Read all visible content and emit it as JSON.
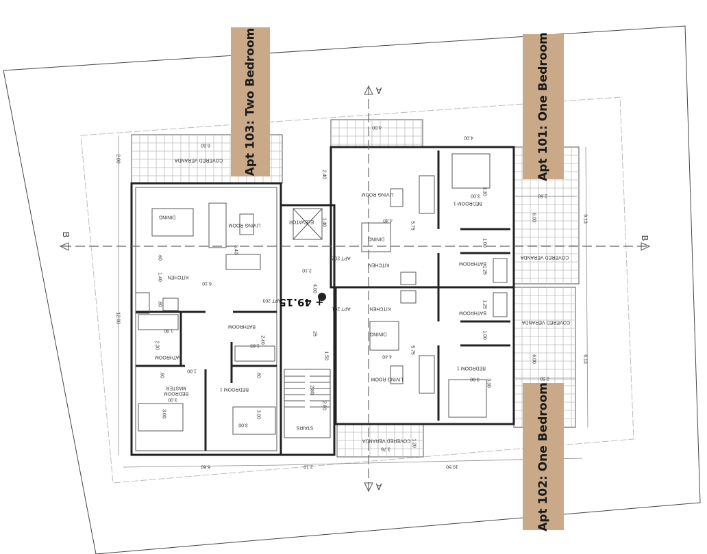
{
  "apartment_tags": [
    {
      "label": "Apt 103: Two Bedroom"
    },
    {
      "label": "Apt 101: One Bedroom"
    },
    {
      "label": "Apt 102: One Bedroom"
    }
  ],
  "colors": {
    "tag_background": "#c9a988",
    "walls": "#222222"
  },
  "section_markers": {
    "a_top": "A",
    "a_bottom": "A",
    "b_left": "B",
    "b_right": "B"
  },
  "level_mark": "+ 49.15",
  "plan_labels": [
    {
      "text": "COVERED VERANDA"
    },
    {
      "text": "6.60"
    },
    {
      "text": "DINING"
    },
    {
      "text": "LIVING ROOM"
    },
    {
      "text": "KITCHEN"
    },
    {
      "text": "6.10"
    },
    {
      "text": ".60"
    },
    {
      "text": "1.40"
    },
    {
      "text": ".60"
    },
    {
      "text": "5.40"
    },
    {
      "text": "APT 203"
    },
    {
      "text": "BATHROOM"
    },
    {
      "text": "BATHROOM"
    },
    {
      "text": "1.90"
    },
    {
      "text": "2.30"
    },
    {
      "text": "1.00"
    },
    {
      "text": ".60"
    },
    {
      "text": "MASTER"
    },
    {
      "text": "BEDROOM"
    },
    {
      "text": "3.00"
    },
    {
      "text": "3.00"
    },
    {
      "text": "BEDROOM 1"
    },
    {
      "text": "1.83"
    },
    {
      "text": "2.40"
    },
    {
      "text": ".60"
    },
    {
      "text": "3.00"
    },
    {
      "text": "3.00"
    },
    {
      "text": "2.00"
    },
    {
      "text": "12.00"
    },
    {
      "text": "6.60"
    },
    {
      "text": "2.10"
    },
    {
      "text": "ELEVATOR"
    },
    {
      "text": "1.40"
    },
    {
      "text": "2.40"
    },
    {
      "text": "2.10"
    },
    {
      "text": "4.00"
    },
    {
      "text": "APT 202"
    },
    {
      "text": "APT 201"
    },
    {
      "text": "25"
    },
    {
      "text": "1.50"
    },
    {
      "text": "2.80"
    },
    {
      "text": "2.80"
    },
    {
      "text": "STAIRS"
    },
    {
      "text": "4.00"
    },
    {
      "text": "4.00"
    },
    {
      "text": "LIVING ROOM"
    },
    {
      "text": "BEDROOM 1"
    },
    {
      "text": "3.00"
    },
    {
      "text": "3.30"
    },
    {
      "text": "2.50"
    },
    {
      "text": "6.00"
    },
    {
      "text": "6.13"
    },
    {
      "text": "4.40"
    },
    {
      "text": "5.75"
    },
    {
      "text": "DINING"
    },
    {
      "text": "KITCHEN"
    },
    {
      "text": "1.00"
    },
    {
      "text": "BATHROOM"
    },
    {
      "text": "1.25"
    },
    {
      "text": "COVERED VERANDA"
    },
    {
      "text": "KITCHEN"
    },
    {
      "text": "BATHROOM"
    },
    {
      "text": "1.25"
    },
    {
      "text": "COVERED VERANDA"
    },
    {
      "text": "1.00"
    },
    {
      "text": "DINING"
    },
    {
      "text": "4.40"
    },
    {
      "text": "5.75"
    },
    {
      "text": "BEDROOM 1"
    },
    {
      "text": "LIVING ROOM"
    },
    {
      "text": "3.00"
    },
    {
      "text": "3.30"
    },
    {
      "text": "2.50"
    },
    {
      "text": "6.00"
    },
    {
      "text": "6.13"
    },
    {
      "text": "COVERED VERANDA"
    },
    {
      "text": "3.76"
    },
    {
      "text": "1.20"
    },
    {
      "text": "10.50"
    }
  ]
}
